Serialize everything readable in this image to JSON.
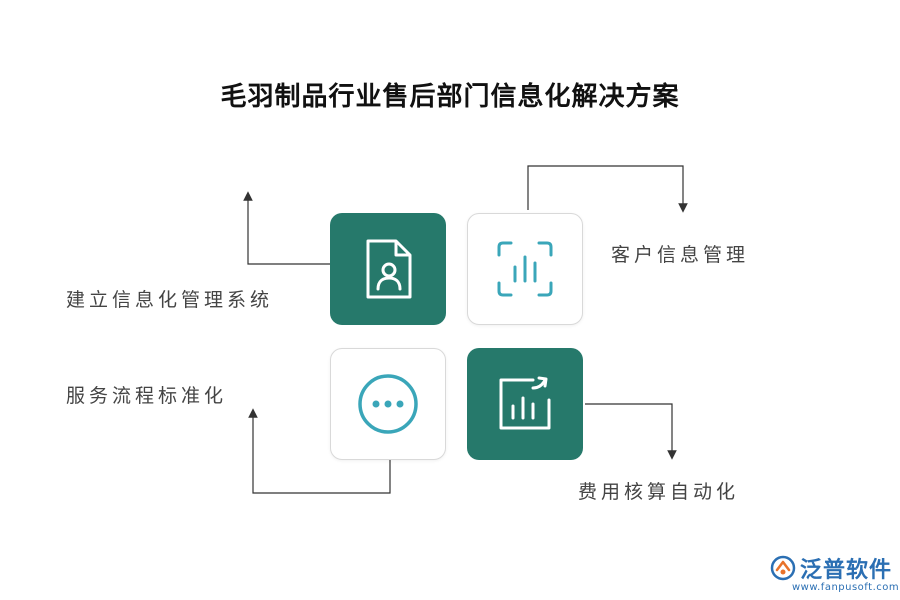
{
  "title": "毛羽制品行业售后部门信息化解决方案",
  "items": [
    {
      "label": "建立信息化管理系统",
      "icon": "document-person-icon",
      "tone": "dark"
    },
    {
      "label": "客户信息管理",
      "icon": "scan-chart-icon",
      "tone": "light"
    },
    {
      "label": "服务流程标准化",
      "icon": "more-dots-icon",
      "tone": "light"
    },
    {
      "label": "费用核算自动化",
      "icon": "chart-export-icon",
      "tone": "dark"
    }
  ],
  "logo": {
    "name": "泛普软件",
    "url": "www.fanpusoft.com"
  },
  "colors": {
    "teal": "#26796b",
    "accent": "#3aa6b9",
    "connector": "#333333"
  }
}
